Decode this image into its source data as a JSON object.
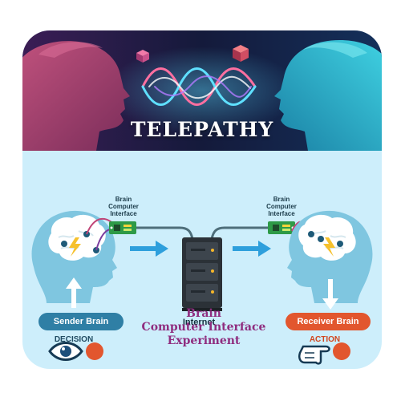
{
  "hero": {
    "title": "TELEPATHY"
  },
  "sender": {
    "interface_label": [
      "Brain",
      "Computer",
      "Interface"
    ],
    "brain_label": "Sender Brain",
    "state_label": "DECISION"
  },
  "server": {
    "label": "Internet"
  },
  "receiver": {
    "interface_label": [
      "Brain",
      "Computer",
      "Interface"
    ],
    "brain_label": "Receiver Brain",
    "state_label": "ACTION"
  },
  "experiment": {
    "title_lines": [
      "Brain",
      "Computer Interface",
      "Experiment"
    ]
  },
  "colors": {
    "sender_accent": "#2f7fa5",
    "receiver_accent": "#e2562e",
    "experiment_text": "#8f2d7f",
    "panel_bg": "#cdeefb"
  }
}
